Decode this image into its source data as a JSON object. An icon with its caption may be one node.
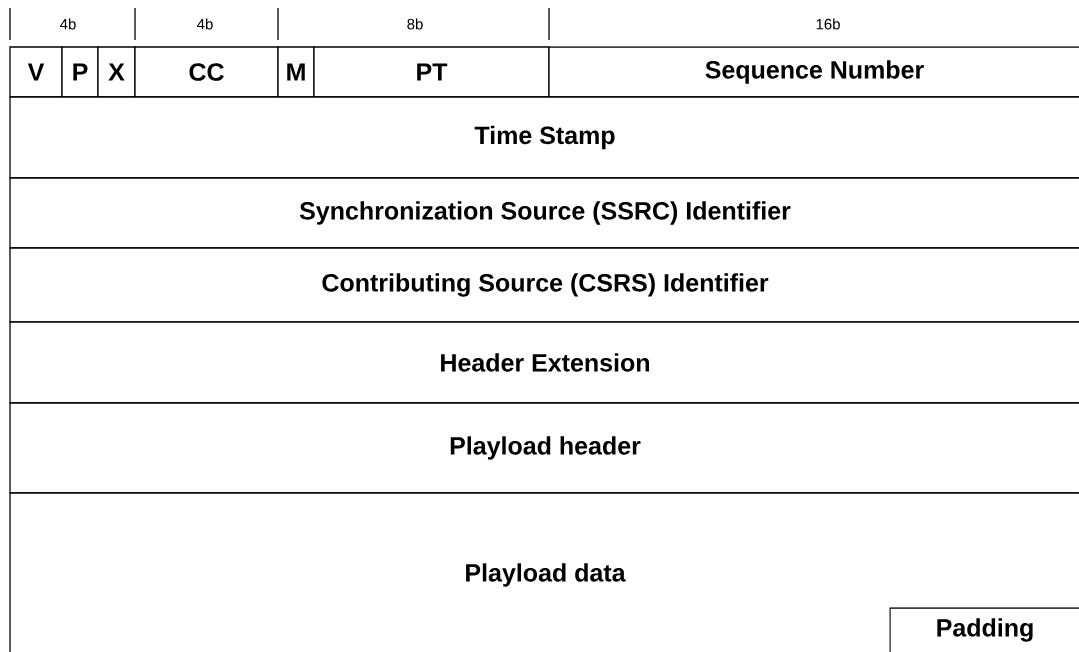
{
  "diagram": {
    "nodes": [
      {
        "text": [
          "V"
        ]
      },
      {
        "text": [
          "P"
        ]
      },
      {
        "text": [
          "X"
        ]
      },
      {
        "text": [
          "CC"
        ]
      },
      {
        "text": [
          "M"
        ]
      },
      {
        "text": [
          "PT"
        ]
      },
      {
        "text": [
          "Sequence Number"
        ]
      },
      {
        "text": [
          "Time Stamp"
        ]
      },
      {
        "text": [
          "Synchronization Source (SSRC) Identifier"
        ]
      },
      {
        "text": [
          "Contributing Source (CSRS) Identifier"
        ]
      },
      {
        "text": [
          "Header Extension"
        ]
      },
      {
        "text": [
          "Playload header"
        ]
      },
      {
        "text": [
          "Playload data"
        ]
      },
      {
        "text": [
          "Padding"
        ],
        "in": 12
      }
    ],
    "labels": [
      "4b",
      "4b",
      "8b",
      "16b"
    ]
  }
}
